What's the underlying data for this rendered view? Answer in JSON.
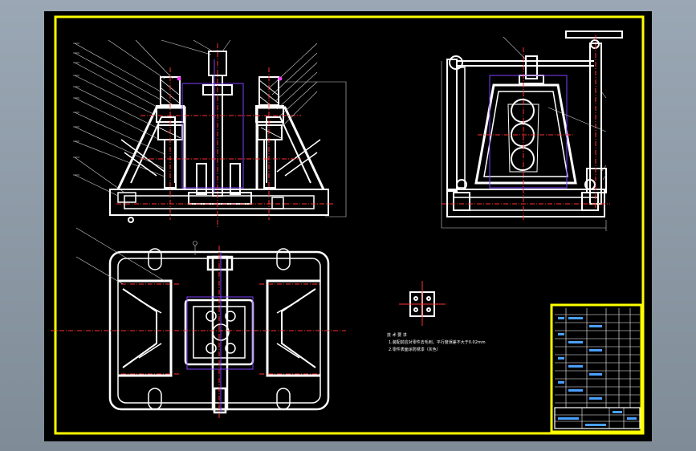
{
  "notes": {
    "title": "技 术 要 求",
    "lines": [
      "1.装配前应对零件去毛刺，平行度误差不大于0.02mm",
      "2.零件表面涂防锈漆（灰色）"
    ]
  },
  "colors": {
    "frame": "#ffff00",
    "linework": "#ffffff",
    "centerline": "#ff3030",
    "hidden": "#8040ff",
    "dimension": "#d0d0d0",
    "background": "#000000"
  }
}
